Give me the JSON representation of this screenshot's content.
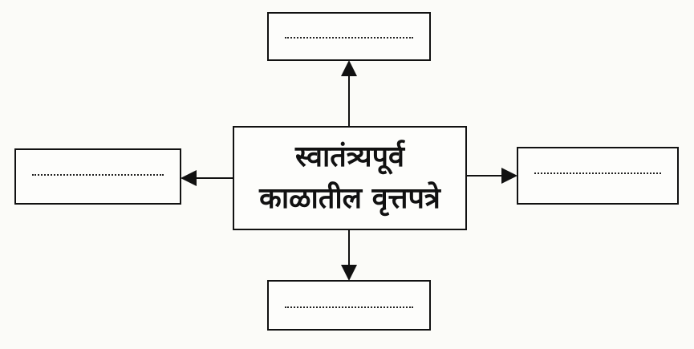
{
  "center": {
    "line1": "स्वातंत्र्यपूर्व",
    "line2": "काळातील वृत्तपत्रे"
  },
  "blanks": [
    "top",
    "left",
    "right",
    "bottom"
  ]
}
